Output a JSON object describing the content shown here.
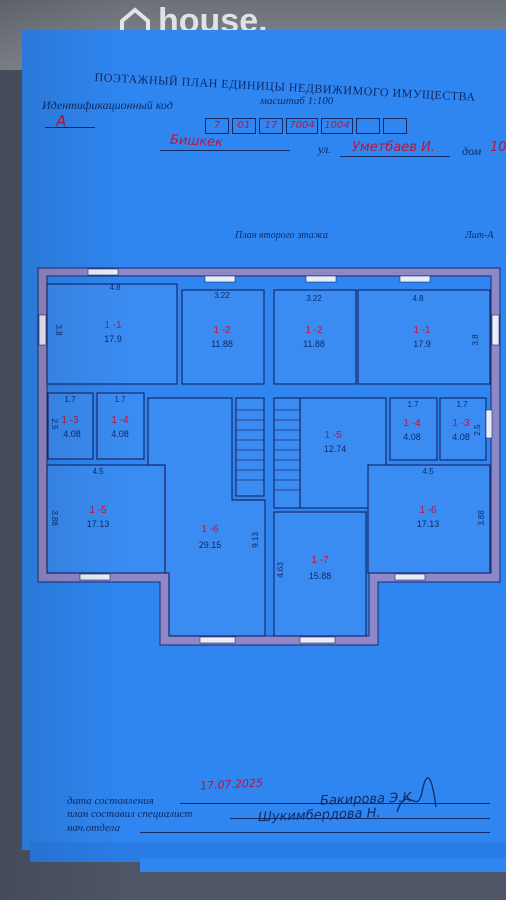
{
  "watermark": {
    "text": "house.",
    "icon": "house-icon"
  },
  "header": {
    "title": "ПОЭТАЖНЫЙ ПЛАН ЕДИНИЦЫ НЕДВИЖИМОГО ИМУЩЕСТВА",
    "scale": "масштаб 1:100",
    "id_label": "Идентификационный код",
    "id_value": "А",
    "id_boxes": [
      "7",
      "01",
      "17",
      "7004",
      "1004",
      "",
      ""
    ],
    "city": "Бишкек",
    "street_label": "ул.",
    "street_value": "Уметбаев И.",
    "house_label": "дом",
    "house_value": "10"
  },
  "plan": {
    "title": "План второго этажа",
    "lit": "Лит-А",
    "rooms": [
      {
        "label": "1 -1",
        "area": "17.9"
      },
      {
        "label": "1 -2",
        "area": "11.88"
      },
      {
        "label": "1 -2",
        "area": "11.88"
      },
      {
        "label": "1 -1",
        "area": "17.9"
      },
      {
        "label": "1 -3",
        "area": "4.08"
      },
      {
        "label": "1 -4",
        "area": "4.08"
      },
      {
        "label": "1 -5",
        "area": "12.74"
      },
      {
        "label": "1 -4",
        "area": "4.08"
      },
      {
        "label": "1 -3",
        "area": "4.08"
      },
      {
        "label": "1 -5",
        "area": "17.13"
      },
      {
        "label": "1 -6",
        "area": "29.15"
      },
      {
        "label": "1 -7",
        "area": "15.88"
      },
      {
        "label": "1 -6",
        "area": "17.13"
      }
    ],
    "dims": [
      "4.8",
      "3.22",
      "3.22",
      "4.8",
      "3.8",
      "3.8",
      "1.7",
      "1.7",
      "1.7",
      "1.7",
      "2.5",
      "2.5",
      "4.5",
      "4.5",
      "3.88",
      "3.88",
      "9.13",
      "4.63"
    ]
  },
  "footer": {
    "date_label": "дата составления",
    "date_value": "17.07.2025",
    "made_by_label": "план составил специалист",
    "made_by_value": "Бакирова Э.К.",
    "head_label": "нач.отдела",
    "head_value": "Шукимбердова Н."
  }
}
